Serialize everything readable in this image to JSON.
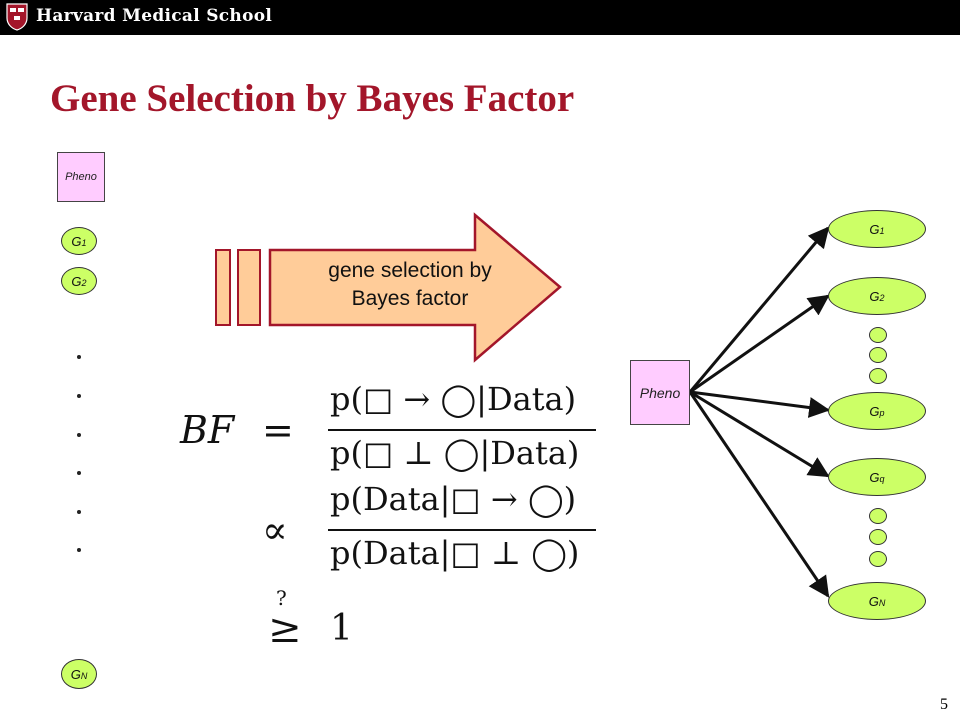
{
  "header": {
    "school": "Harvard Medical School"
  },
  "title": "Gene Selection by Bayes Factor",
  "left_column": {
    "pheno": "Pheno",
    "genes": [
      {
        "base": "G",
        "sub": "1"
      },
      {
        "base": "G",
        "sub": "2"
      },
      {
        "base": "G",
        "sub": "N"
      }
    ]
  },
  "arrow_label": {
    "line1": "gene selection by",
    "line2": "Bayes factor"
  },
  "formula": {
    "lhs": "BF",
    "eq": "=",
    "num1": "p(□ → ◯|Data)",
    "den1": "p(□ ⊥ ◯|Data)",
    "prop": "∝",
    "num2": "p(Data|□ → ◯)",
    "den2": "p(Data|□ ⊥ ◯)",
    "cmp_q": "?",
    "cmp_sym": "≥",
    "cmp_val": "1"
  },
  "network": {
    "pheno": "Pheno",
    "genes": [
      {
        "base": "G",
        "sub": "1"
      },
      {
        "base": "G",
        "sub": "2"
      },
      {
        "base": "G",
        "sub": "p"
      },
      {
        "base": "G",
        "sub": "q"
      },
      {
        "base": "G",
        "sub": "N"
      }
    ]
  },
  "page_number": "5",
  "colors": {
    "title": "#a3162a",
    "gene_fill": "#ccff66",
    "pheno_fill": "#ffccff",
    "arrow_fill": "#ffcc99"
  }
}
